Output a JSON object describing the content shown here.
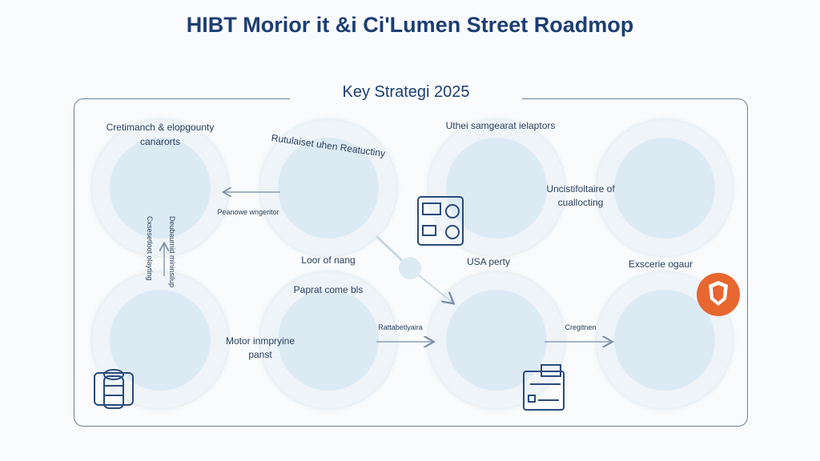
{
  "title": "HIBT Morior it &i Ci'Lumen Street Roadmop",
  "subtitle": "Key Strategi 2025",
  "nodes": {
    "n1": "Cretimanch & elopgounty canarorts",
    "n2": "Rutulaiset uhen Reatuctiny",
    "n3": "Uthei samgearat ielaptors",
    "n4": "Uncistifoltaire of cuallocting",
    "n5": "Motor inmpryine panst",
    "n6": "Paprat come bls",
    "n7": "USA perty",
    "n8": "Exscerie ogaur"
  },
  "edges": {
    "e_left": "Peanowe wngeritor",
    "e_loor": "Loor of nang",
    "e_mid": "Rattabetlyaira",
    "e_right": "Cregitnen",
    "v1": "Cxsesetloot olayting",
    "v2": "Deubaurnid mininsilup"
  },
  "colors": {
    "accent": "#1c3e73",
    "orange": "#e8662f"
  }
}
